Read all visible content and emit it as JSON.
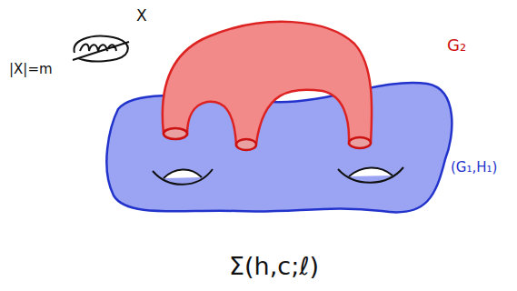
{
  "diagram": {
    "labels": [
      "X",
      "|X|=m",
      "G₂",
      "(G₁,H₁)",
      "Σ(h,c;ℓ)"
    ]
  }
}
